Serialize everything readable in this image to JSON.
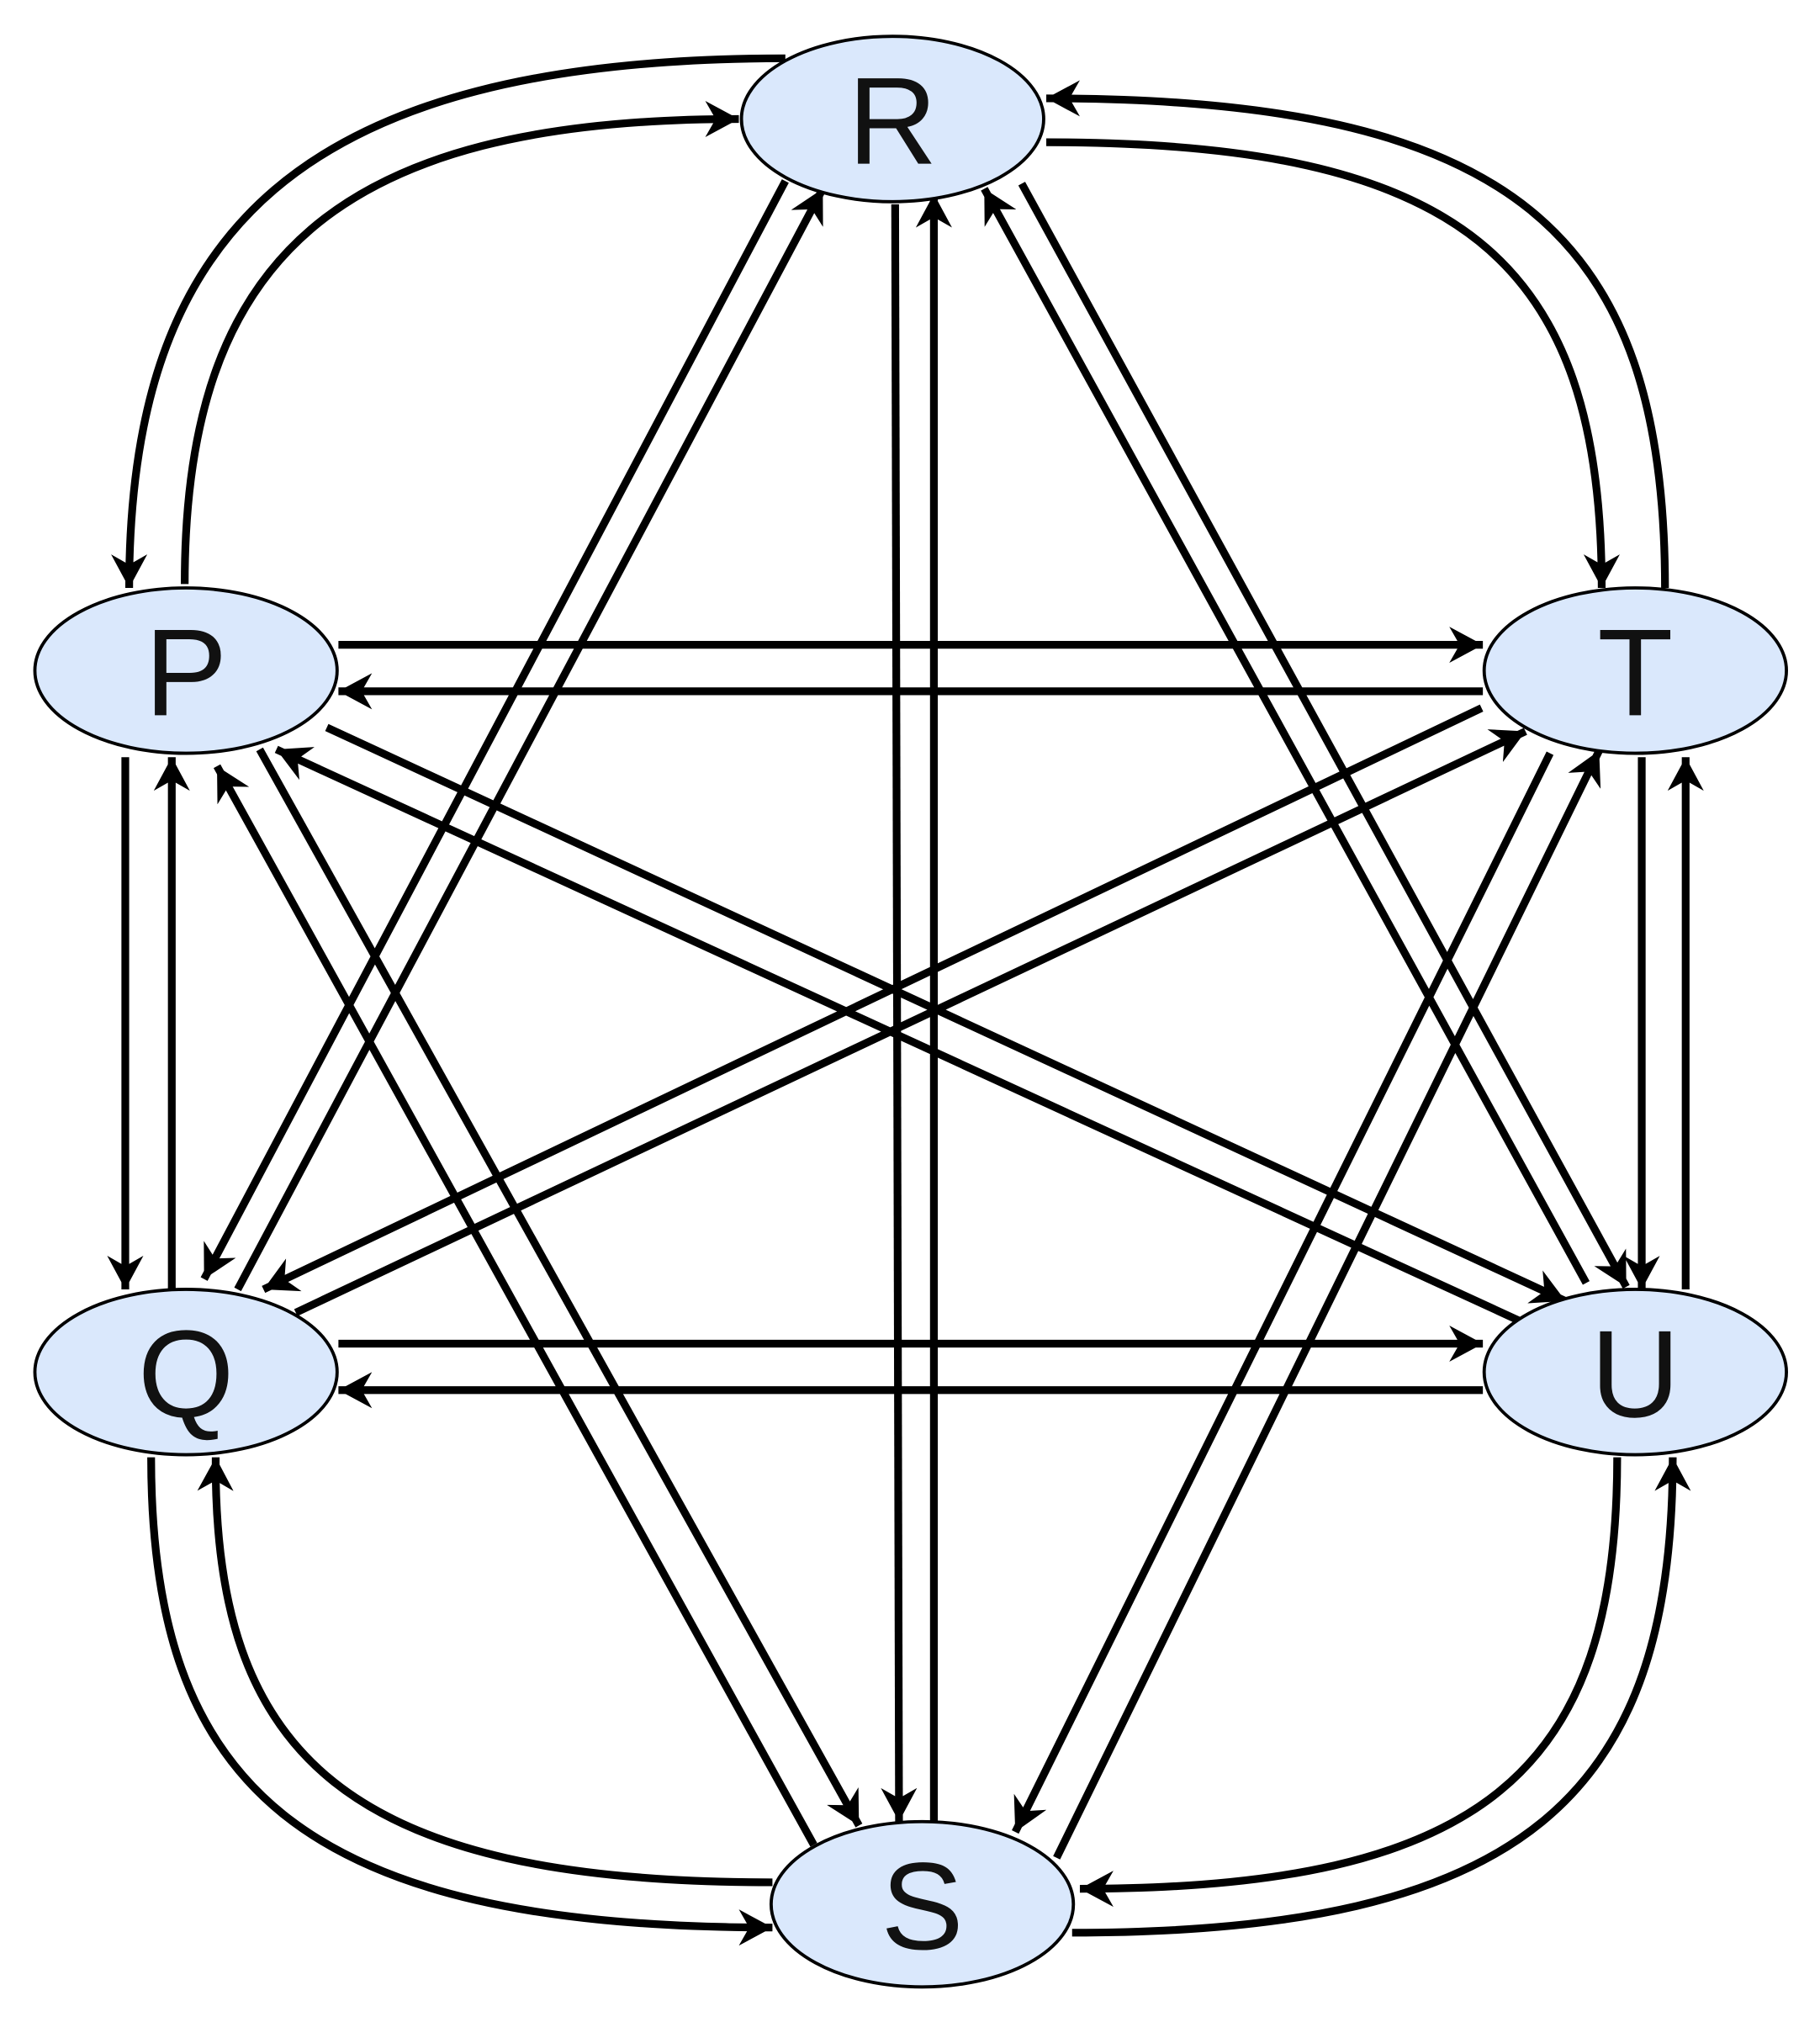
{
  "diagram": {
    "type": "directed-graph",
    "nodes": [
      {
        "id": "R",
        "label": "R"
      },
      {
        "id": "P",
        "label": "P"
      },
      {
        "id": "T",
        "label": "T"
      },
      {
        "id": "Q",
        "label": "Q"
      },
      {
        "id": "U",
        "label": "U"
      },
      {
        "id": "S",
        "label": "S"
      }
    ],
    "edges": [
      {
        "from": "R",
        "to": "P"
      },
      {
        "from": "P",
        "to": "R"
      },
      {
        "from": "R",
        "to": "T"
      },
      {
        "from": "T",
        "to": "R"
      },
      {
        "from": "P",
        "to": "T"
      },
      {
        "from": "T",
        "to": "P"
      },
      {
        "from": "P",
        "to": "Q"
      },
      {
        "from": "Q",
        "to": "P"
      },
      {
        "from": "T",
        "to": "U"
      },
      {
        "from": "U",
        "to": "T"
      },
      {
        "from": "Q",
        "to": "U"
      },
      {
        "from": "U",
        "to": "Q"
      },
      {
        "from": "Q",
        "to": "S"
      },
      {
        "from": "S",
        "to": "Q"
      },
      {
        "from": "U",
        "to": "S"
      },
      {
        "from": "S",
        "to": "U"
      },
      {
        "from": "R",
        "to": "S"
      },
      {
        "from": "S",
        "to": "R"
      },
      {
        "from": "R",
        "to": "Q"
      },
      {
        "from": "Q",
        "to": "R"
      },
      {
        "from": "R",
        "to": "U"
      },
      {
        "from": "U",
        "to": "R"
      },
      {
        "from": "P",
        "to": "S"
      },
      {
        "from": "S",
        "to": "P"
      },
      {
        "from": "P",
        "to": "U"
      },
      {
        "from": "U",
        "to": "P"
      },
      {
        "from": "T",
        "to": "Q"
      },
      {
        "from": "Q",
        "to": "T"
      },
      {
        "from": "T",
        "to": "S"
      },
      {
        "from": "S",
        "to": "T"
      }
    ],
    "colors": {
      "node_fill": "#dae8fc",
      "node_stroke": "#000000",
      "edge": "#000000"
    }
  }
}
